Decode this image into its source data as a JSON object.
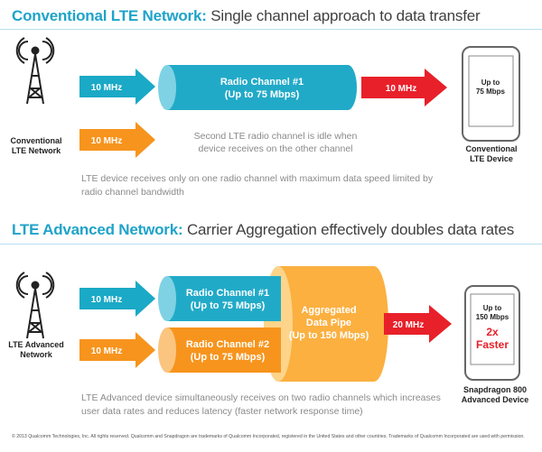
{
  "top": {
    "title_bold": "Conventional LTE Network:",
    "title_rest": " Single channel approach to data transfer",
    "network_label": [
      "Conventional",
      "LTE Network"
    ],
    "arrow1": "10 MHz",
    "arrow2": "10 MHz",
    "channel_title": "Radio Channel #1",
    "channel_sub": "(Up to 75 Mbps)",
    "out_arrow": "10 MHz",
    "device_text": [
      "Up to",
      "75 Mbps"
    ],
    "device_label": [
      "Conventional",
      "LTE Device"
    ],
    "idle_line1": "Second LTE radio channel is idle when",
    "idle_line2": "device receives on the other channel",
    "caption_line1": "LTE device receives only on one radio channel with maximum data speed limited by",
    "caption_line2": "radio channel bandwidth"
  },
  "bottom": {
    "title_bold": "LTE Advanced Network:",
    "title_rest": " Carrier Aggregation effectively doubles data rates",
    "network_label": [
      "LTE Advanced",
      "Network"
    ],
    "arrow1": "10 MHz",
    "arrow2": "10 MHz",
    "channel1_title": "Radio Channel #1",
    "channel1_sub": "(Up to 75 Mbps)",
    "channel2_title": "Radio Channel #2",
    "channel2_sub": "(Up to 75 Mbps)",
    "pipe_line1": "Aggregated",
    "pipe_line2": "Data Pipe",
    "pipe_line3": "(Up to 150 Mbps)",
    "out_arrow": "20 MHz",
    "device_text": [
      "Up to",
      "150 Mbps"
    ],
    "device_faster": [
      "2x",
      "Faster"
    ],
    "device_label": [
      "Snapdragon 800",
      "Advanced Device"
    ],
    "caption_line1": "LTE Advanced device simultaneously receives on two radio channels which increases",
    "caption_line2": "user data rates and reduces latency (faster network response time)"
  },
  "footer": "© 2013 Qualcomm Technologies, Inc. All rights reserved. Qualcomm and Snapdragon are trademarks of Qualcomm Incorporated, registered in the United States and other countries. Trademarks of Qualcomm Incorporated are used with permission.",
  "colors": {
    "blue_title": "#1fa3c9",
    "teal_arrow": "#1aa9c6",
    "orange": "#f7941d",
    "red": "#e8202a",
    "yellow_pipe": "#fbb040"
  }
}
